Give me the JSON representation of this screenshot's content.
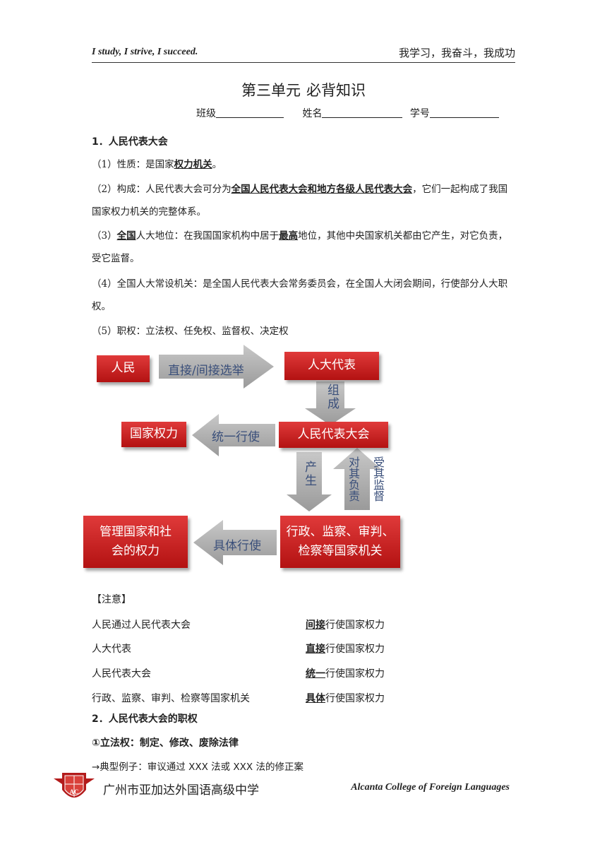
{
  "header": {
    "left": "I study, I strive, I succeed.",
    "right": "我学习，我奋斗，我成功"
  },
  "title": {
    "main": "第三单元",
    "sub": "必背知识"
  },
  "fields": {
    "class": "班级",
    "name": "姓名",
    "id": "学号"
  },
  "section1": {
    "heading": "1．人民代表大会",
    "p1": {
      "a": "（1）性质：是国家",
      "u": "权力机关",
      "b": "。"
    },
    "p2": {
      "a": "（2）构成：人民代表大会可分为",
      "u": "全国人民代表大会和地方各级人民代表大会",
      "b": "，它们一起构成了我国国家权力机关的完整体系。"
    },
    "p3": {
      "a": "（3）",
      "u1": "全国",
      "b": "人大地位：在我国国家机构中居于",
      "u2": "最高",
      "c": "地位，其他中央国家机关都由它产生，对它负责，受它监督。"
    },
    "p4": "（4）全国人大常设机关：是全国人民代表大会常务委员会，在全国人大闭会期间，行使部分人大职权。",
    "p5": "（5）职权：立法权、任免权、监督权、决定权"
  },
  "diagram": {
    "people": "人民",
    "elect": "直接/间接选举",
    "deputies": "人大代表",
    "compose": "组成",
    "congress": "人民代表大会",
    "state_power": "国家权力",
    "unified": "统一行使",
    "produce": "产生",
    "responsible": "对其负责",
    "supervised": "受其监督",
    "organs": "行政、监察、审判、检察等国家机关",
    "manage": "管理国家和社会的权力",
    "specific": "具体行使"
  },
  "notes": {
    "heading": "【注意】",
    "rows": [
      {
        "left": "人民通过人民代表大会",
        "key": "间接",
        "rest": "行使国家权力"
      },
      {
        "left": "人大代表",
        "key": "直接",
        "rest": "行使国家权力"
      },
      {
        "left": "人民代表大会",
        "key": "统一",
        "rest": "行使国家权力"
      },
      {
        "left": "行政、监察、审判、检察等国家机关",
        "key": "具体",
        "rest": "行使国家权力"
      }
    ]
  },
  "section2": {
    "heading": "2．人民代表大会的职权",
    "item1": "①立法权：制定、修改、废除法律",
    "example": "→典型例子：审议通过 XXX 法或 XXX 法的修正案"
  },
  "footer": {
    "school": "广州市亚加达外国语高级中学",
    "english": "Alcanta College of Foreign Languages",
    "logo_text": "AC"
  },
  "colors": {
    "box_red": "#c81e1e",
    "arrow_gray": "#a6a6a6",
    "label_blue": "#3a4f7a"
  }
}
